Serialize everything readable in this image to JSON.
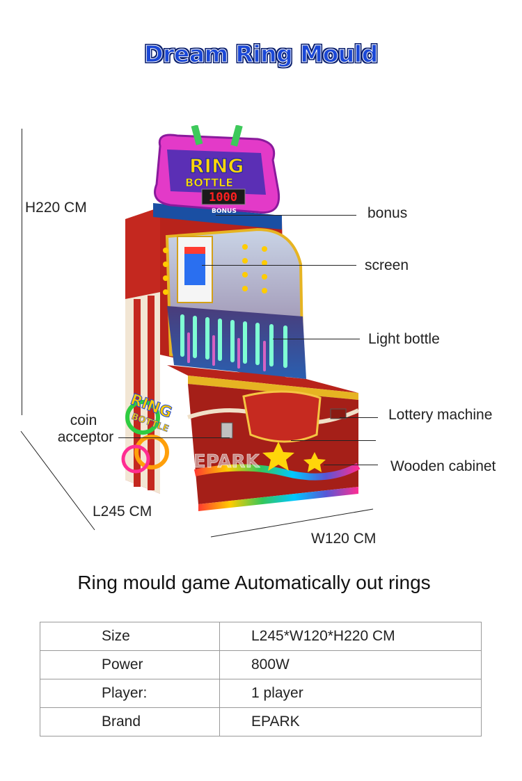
{
  "title": "Dream Ring Mould",
  "dimensions": {
    "height": "H220 CM",
    "length": "L245 CM",
    "width": "W120 CM"
  },
  "callouts": {
    "bonus": "bonus",
    "screen": "screen",
    "light_bottle": "Light bottle",
    "lottery_machine": "Lottery machine",
    "wooden_cabinet": "Wooden cabinet",
    "coin_acceptor": "coin\nacceptor",
    "coin": "coin",
    "acceptor": "acceptor"
  },
  "machine_art": {
    "marquee_ring": "RING",
    "marquee_bottle": "BOTTLE",
    "score_display": "1000",
    "bonus_plate": "BONUS",
    "side_ring": "RING",
    "side_bottle": "BOTTLE",
    "brand_logo": "EPARK"
  },
  "caption": "Ring mould game Automatically out rings",
  "specs": [
    {
      "key": "Size",
      "value": "L245*W120*H220 CM"
    },
    {
      "key": "Power",
      "value": "800W"
    },
    {
      "key": "Player:",
      "value": "1 player"
    },
    {
      "key": "Brand",
      "value": "EPARK"
    }
  ],
  "colors": {
    "title_fill": "#1a47d6",
    "title_outline": "#0a1f6e",
    "cabinet_red": "#b8231b",
    "marquee_pink": "#e33ac8"
  }
}
